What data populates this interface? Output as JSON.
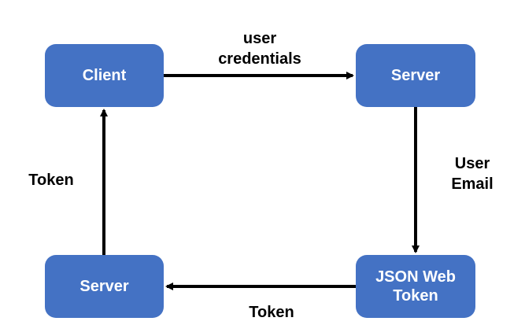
{
  "diagram": {
    "nodes": {
      "client": "Client",
      "server_top": "Server",
      "jwt_line1": "JSON Web",
      "jwt_line2": "Token",
      "server_bottom": "Server"
    },
    "edges": {
      "client_to_server_line1": "user",
      "client_to_server_line2": "credentials",
      "server_to_jwt_line1": "User",
      "server_to_jwt_line2": "Email",
      "jwt_to_server": "Token",
      "server_to_client": "Token"
    },
    "colors": {
      "node_fill": "#4472c4",
      "node_text": "#ffffff",
      "arrow": "#000000"
    }
  }
}
